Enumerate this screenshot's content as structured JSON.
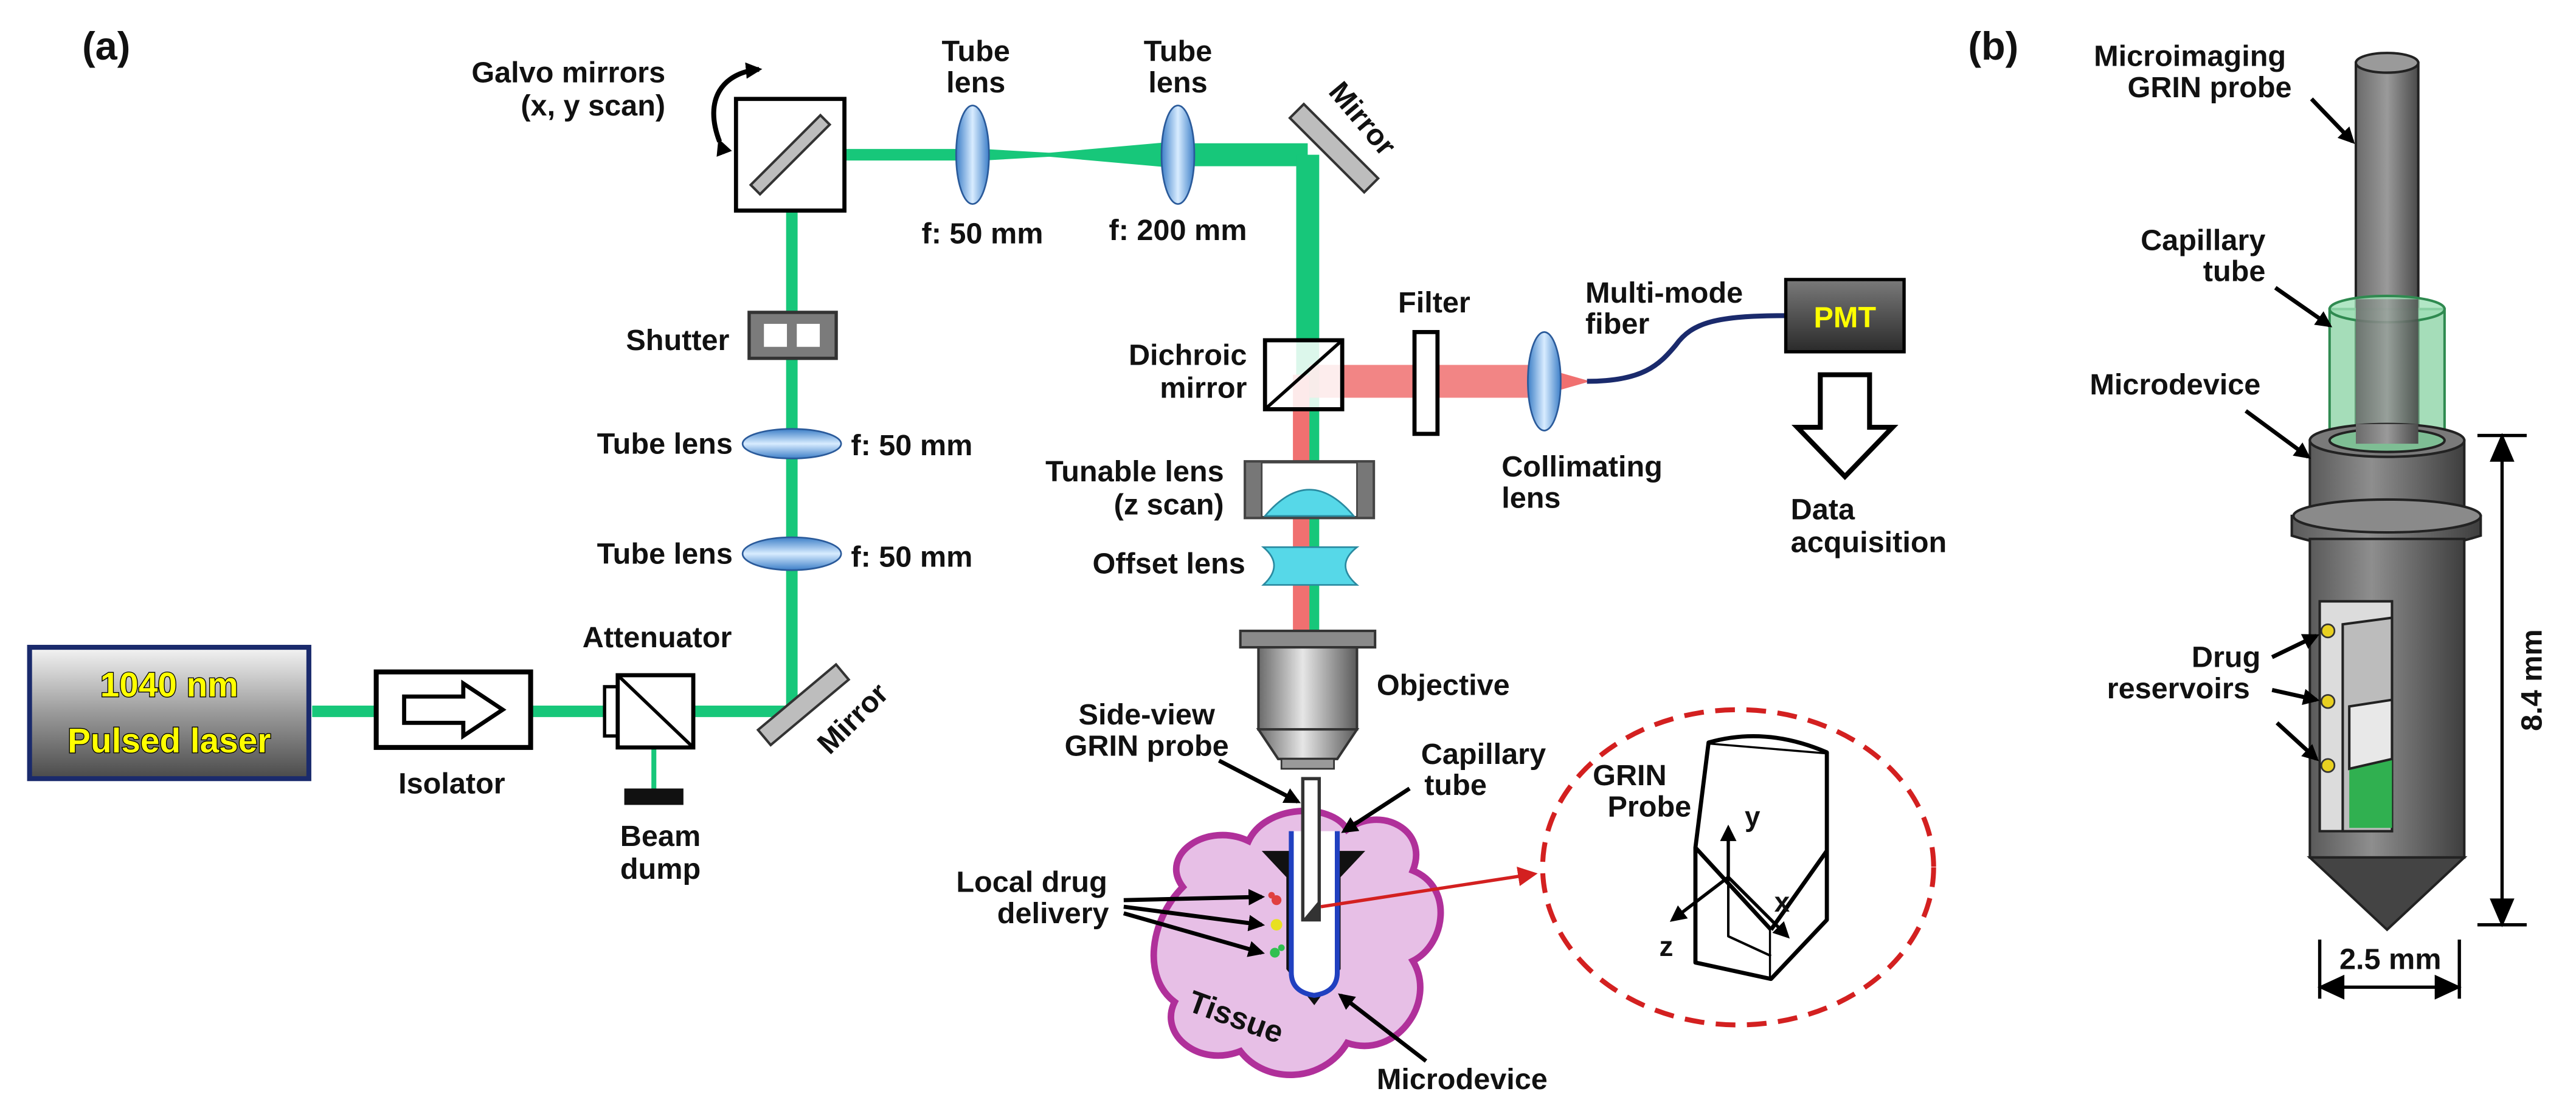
{
  "panels": {
    "a": "(a)",
    "b": "(b)"
  },
  "colors": {
    "beam_green": "#17c77a",
    "beam_red": "#f07070",
    "lens_blue": "#6fa8dc",
    "tunable_cyan": "#56d8e8",
    "tissue_fill": "#e7bfe6",
    "tissue_edge": "#b0309a",
    "zoom_circle": "#d32020",
    "laser_text": "#ffff00",
    "capillary_green": "#7fcf9b"
  },
  "panel_a": {
    "laser_line1": "1040 nm",
    "laser_line2": "Pulsed laser",
    "isolator": "Isolator",
    "attenuator": "Attenuator",
    "beam_dump_1": "Beam",
    "beam_dump_2": "dump",
    "mirror_lower": "Mirror",
    "tube_lens_lower": "Tube lens",
    "focal_lower": "f: 50 mm",
    "tube_lens_upper": "Tube lens",
    "focal_upper": "f: 50 mm",
    "shutter": "Shutter",
    "galvo_1": "Galvo mirrors",
    "galvo_2": "(x, y scan)",
    "tube_lens_a_1": "Tube",
    "tube_lens_a_2": "lens",
    "tube_lens_b_1": "Tube",
    "tube_lens_b_2": "lens",
    "focal_a": "f: 50 mm",
    "focal_b": "f: 200 mm",
    "mirror_upper": "Mirror",
    "dichroic_1": "Dichroic",
    "dichroic_2": "mirror",
    "filter": "Filter",
    "collimating_1": "Collimating",
    "collimating_2": "lens",
    "fiber_1": "Multi-mode",
    "fiber_2": "fiber",
    "pmt": "PMT",
    "data_acq_1": "Data",
    "data_acq_2": "acquisition",
    "tunable_1": "Tunable lens",
    "tunable_2": "(z scan)",
    "offset_lens": "Offset lens",
    "objective": "Objective",
    "side_view_1": "Side-view",
    "side_view_2": "GRIN probe",
    "capillary_1": "Capillary",
    "capillary_2": "tube",
    "local_drug_1": "Local drug",
    "local_drug_2": "delivery",
    "tissue": "Tissue",
    "microdevice": "Microdevice",
    "grin_probe_1": "GRIN",
    "grin_probe_2": "Probe",
    "axis_x": "x",
    "axis_y": "y",
    "axis_z": "z"
  },
  "panel_b": {
    "microimaging_1": "Microimaging",
    "microimaging_2": "GRIN probe",
    "capillary_1": "Capillary",
    "capillary_2": "tube",
    "microdevice": "Microdevice",
    "drug_res_1": "Drug",
    "drug_res_2": "reservoirs",
    "height_dim": "8.4 mm",
    "width_dim": "2.5 mm"
  }
}
